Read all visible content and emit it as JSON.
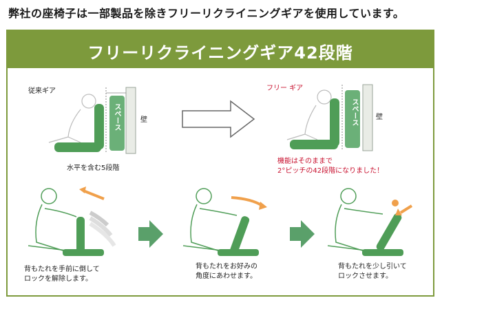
{
  "headline": "弊社の座椅子は一部製品を除きフリーリクライニングギアを使用しています。",
  "banner_title": "フリーリクライニングギア42段階",
  "old_gear": {
    "label": "従来ギア",
    "space_label": "スペース",
    "wall_label": "壁",
    "caption": "水平を含む5段階"
  },
  "free_gear": {
    "label": "フリー ギア",
    "space_label": "スペース",
    "wall_label": "壁",
    "note_line1": "機能はそのままで",
    "note_line2": "2°ピッチの42段階になりました！"
  },
  "steps": [
    {
      "line1": "背もたれを手前に倒して",
      "line2": "ロックを解除します。"
    },
    {
      "line1": "背もたれをお好みの",
      "line2": "角度にあわせます。"
    },
    {
      "line1": "背もたれを少し引いて",
      "line2": "ロックさせます。"
    }
  ],
  "colors": {
    "green_banner": "#7d9a3c",
    "seat_green": "#4f9d57",
    "arrow_orange": "#f0a04b",
    "arrow_green": "#5aa06a",
    "red_text": "#c8102e"
  }
}
